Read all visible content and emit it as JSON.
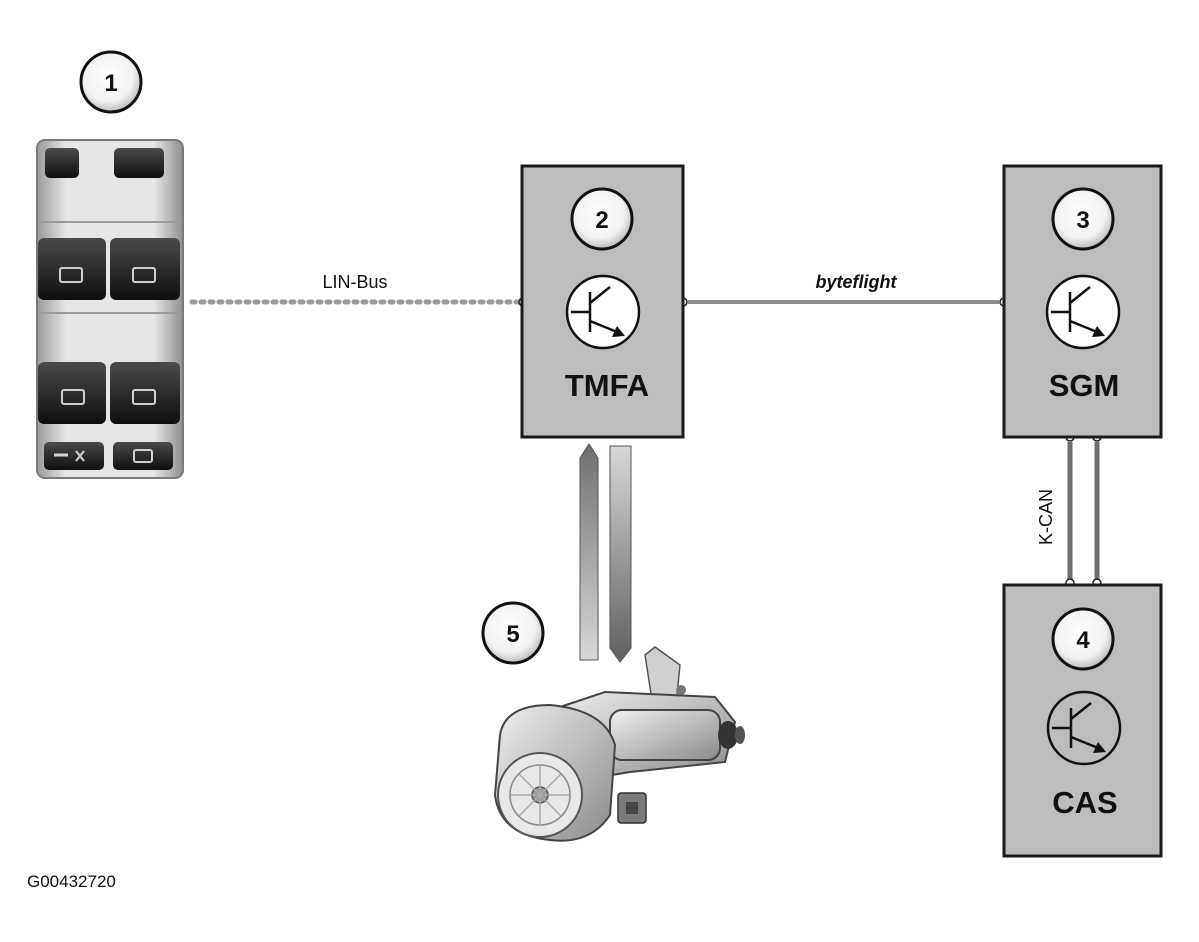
{
  "nodes": {
    "tmfa": {
      "number": "2",
      "title": "TMFA"
    },
    "sgm": {
      "number": "3",
      "title": "SGM"
    },
    "cas": {
      "number": "4",
      "title": "CAS"
    }
  },
  "callouts": {
    "switch_block": "1",
    "window_motor": "5"
  },
  "connections": {
    "lin_bus": "LIN-Bus",
    "byteflight": "byteflight",
    "k_can": "K-CAN"
  },
  "figure_id": "G00432720",
  "icons": {
    "node_icon": "transistor-icon",
    "switch_block": "window-switch-block-icon",
    "motor": "window-regulator-motor-icon"
  },
  "colors": {
    "node_fill": "#bdbdbd",
    "node_border": "#1a1a1a",
    "connection_line": "#9a9a9a"
  }
}
